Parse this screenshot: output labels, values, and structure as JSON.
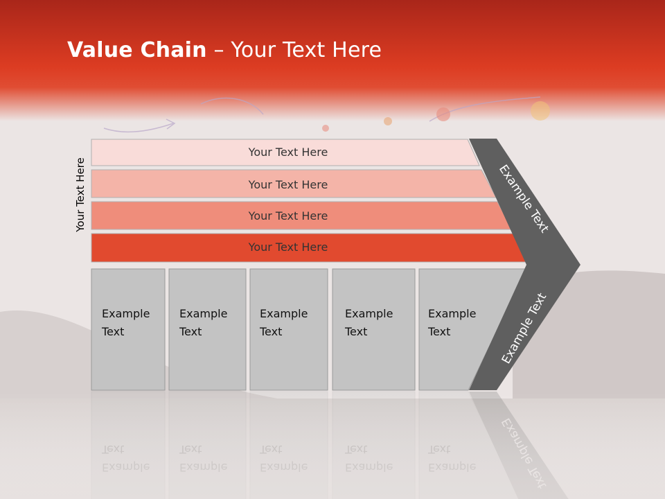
{
  "slide": {
    "title_bold": "Value Chain",
    "title_rest": " – Your Text Here",
    "vertical_label": "Your Text Here",
    "rows": [
      {
        "label": "Your Text Here",
        "color": "#f9dcd9"
      },
      {
        "label": "Your Text Here",
        "color": "#f4b4a8"
      },
      {
        "label": "Your Text Here",
        "color": "#ef8d7b"
      },
      {
        "label": "Your Text Here",
        "color": "#e14a2f"
      }
    ],
    "boxes": [
      {
        "line1": "Example",
        "line2": "Text"
      },
      {
        "line1": "Example",
        "line2": "Text"
      },
      {
        "line1": "Example",
        "line2": "Text"
      },
      {
        "line1": "Example",
        "line2": "Text"
      },
      {
        "line1": "Example",
        "line2": "Text"
      }
    ],
    "chevron_upper": "Example Text",
    "chevron_lower": "Example Text",
    "colors": {
      "header_red": "#d83a22",
      "box_gray": "#c3c3c3",
      "chevron_gray": "#5f5f5f"
    }
  }
}
